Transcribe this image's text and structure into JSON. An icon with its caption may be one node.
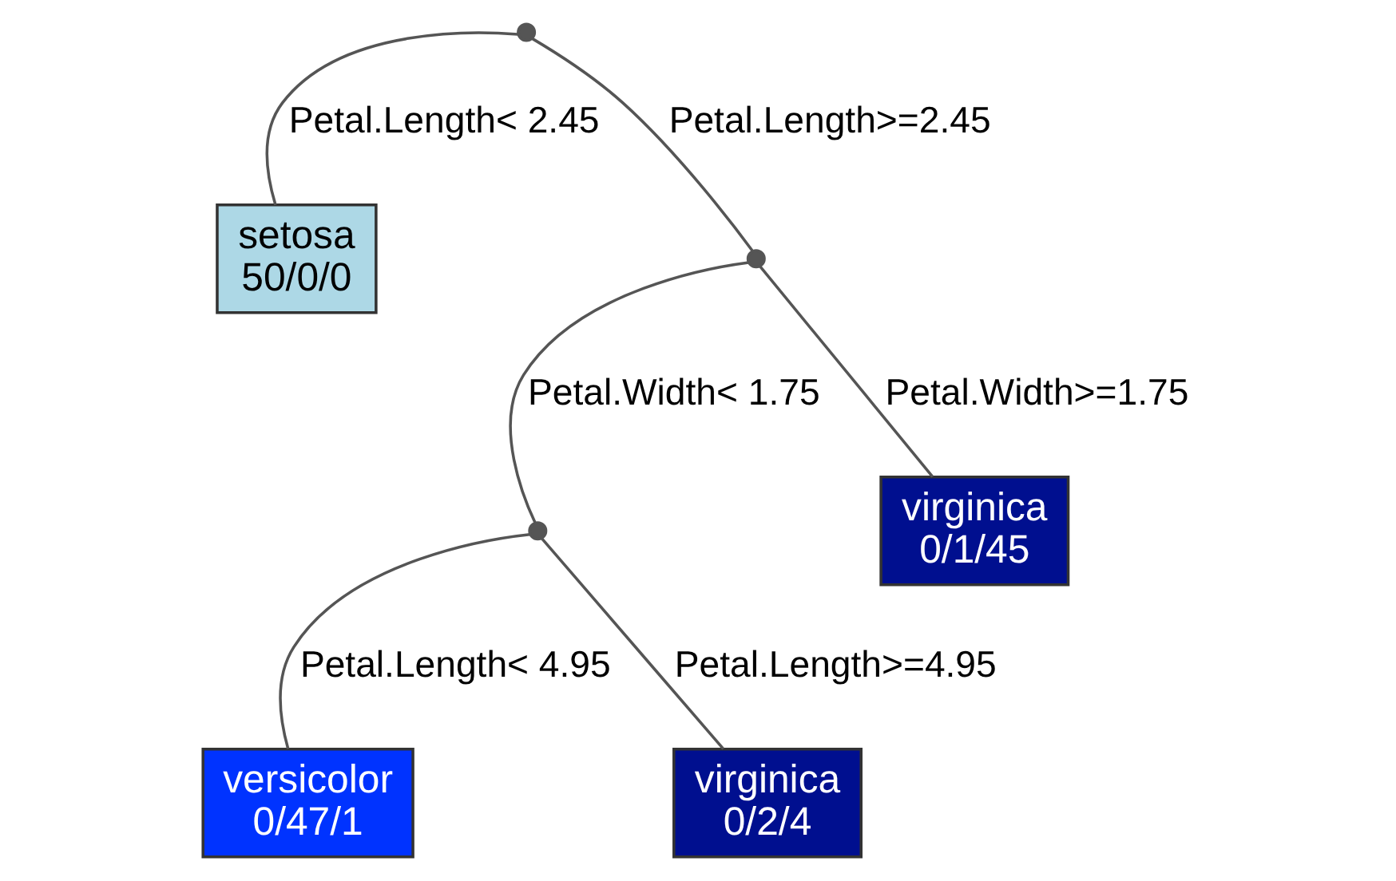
{
  "diagram": {
    "nodes": [
      {
        "text": [],
        "shape": "point"
      },
      {
        "text": [
          "setosa",
          "50/0/0"
        ]
      },
      {
        "text": [],
        "shape": "point"
      },
      {
        "text": [],
        "shape": "point"
      },
      {
        "text": [
          "virginica",
          "0/1/45"
        ]
      },
      {
        "text": [
          "versicolor",
          "0/47/1"
        ]
      },
      {
        "text": [
          "virginica",
          "0/2/4"
        ]
      }
    ],
    "edges": [
      {
        "from": 0,
        "to": 1,
        "arrow": "none",
        "label": "Petal.Length< 2.45"
      },
      {
        "from": 0,
        "to": 2,
        "arrow": "none",
        "label": "Petal.Length>=2.45"
      },
      {
        "from": 2,
        "to": 3,
        "arrow": "none",
        "label": "Petal.Width< 1.75"
      },
      {
        "from": 2,
        "to": 4,
        "arrow": "none",
        "label": "Petal.Width>=1.75"
      },
      {
        "from": 3,
        "to": 5,
        "arrow": "none",
        "label": "Petal.Length< 4.95"
      },
      {
        "from": 3,
        "to": 6,
        "arrow": "none",
        "label": "Petal.Length>=4.95"
      }
    ]
  }
}
